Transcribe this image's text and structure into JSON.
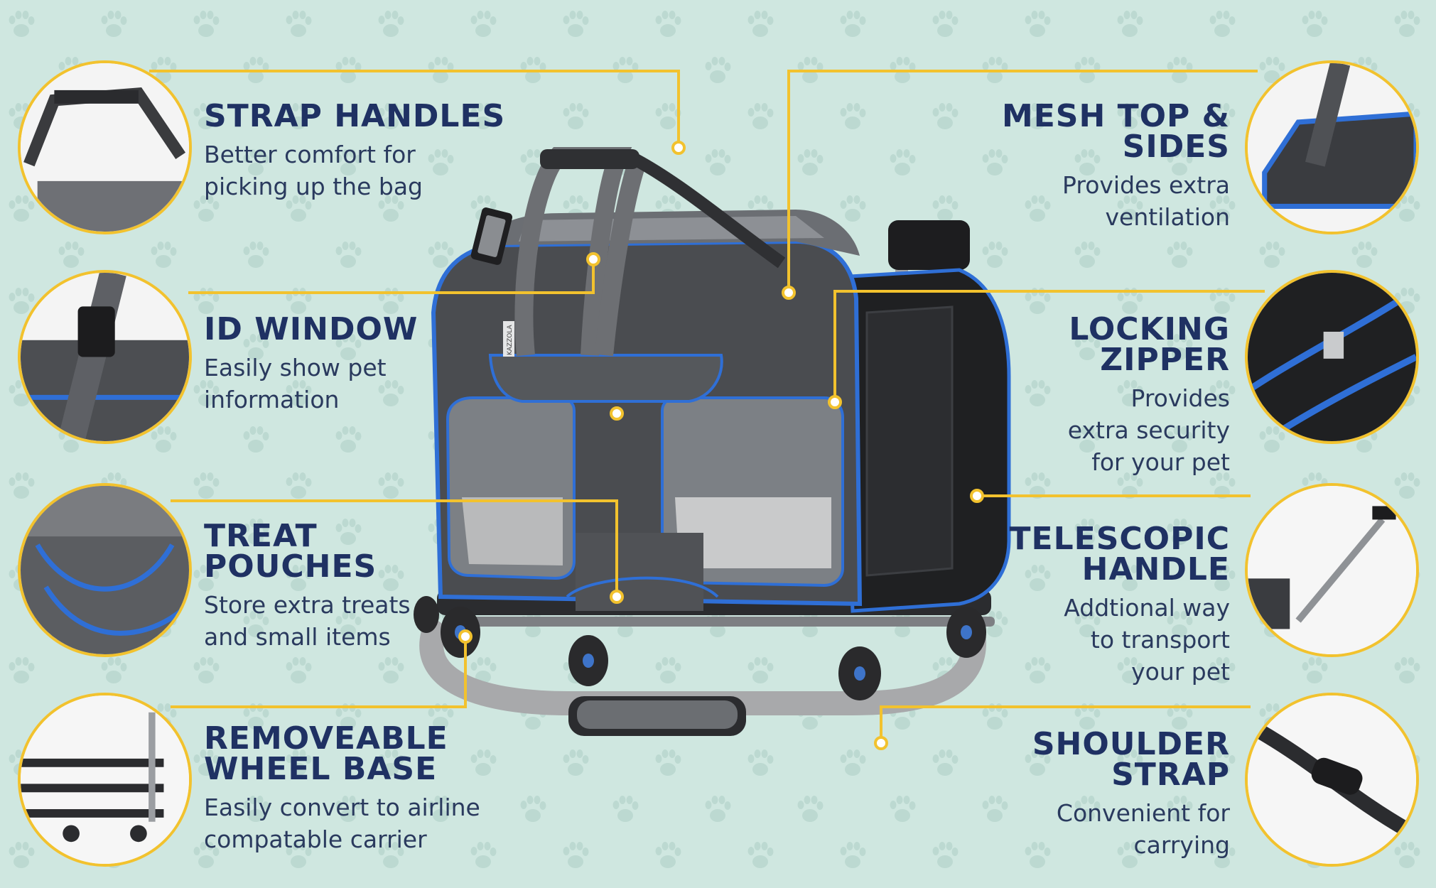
{
  "features": {
    "strap_handles": {
      "title": "STRAP HANDLES",
      "desc": [
        "Better comfort for",
        "picking up the bag"
      ]
    },
    "id_window": {
      "title": "ID WINDOW",
      "desc": [
        "Easily show pet",
        "information"
      ]
    },
    "treat_pouches": {
      "title": [
        "TREAT",
        "POUCHES"
      ],
      "desc": [
        "Store extra treats",
        "and small items"
      ]
    },
    "wheel_base": {
      "title": [
        "REMOVEABLE",
        "WHEEL BASE"
      ],
      "desc": [
        "Easily convert to airline",
        "compatable carrier"
      ]
    },
    "mesh_top": {
      "title": [
        "MESH TOP &",
        "SIDES"
      ],
      "desc": [
        "Provides extra",
        "ventilation"
      ]
    },
    "locking_zipper": {
      "title": [
        "LOCKING",
        "ZIPPER"
      ],
      "desc": [
        "Provides",
        "extra security",
        "for your pet"
      ]
    },
    "telescopic_handle": {
      "title": [
        "TELESCOPIC",
        "HANDLE"
      ],
      "desc": [
        "Addtional way",
        "to transport",
        "your pet"
      ]
    },
    "shoulder_strap": {
      "title": [
        "SHOULDER",
        "STRAP"
      ],
      "desc": [
        "Convenient  for",
        "carrying"
      ]
    }
  },
  "product": {
    "brand_tag": "KAZZOLA"
  },
  "colors": {
    "background": "#cfe7e0",
    "paw_pattern": "#b9d7cf",
    "title": "#1f3163",
    "body_text": "#2a3a5e",
    "callout": "#f2c22e",
    "bag_body": "#4a4c50",
    "bag_trim": "#2f6fd6"
  }
}
